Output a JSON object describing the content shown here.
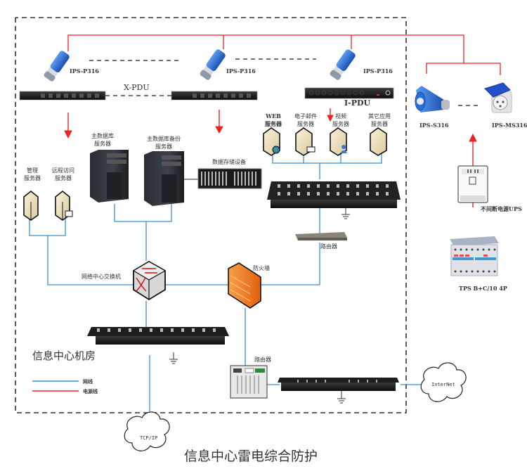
{
  "diagram": {
    "title": "信息中心雷电综合防护",
    "room_label": "信息中心机房",
    "colors": {
      "network_line": "#3b8fd6",
      "power_line": "#ee2222",
      "boundary": "#333333",
      "plug_blue": "#2b6fd6",
      "firewall_orange": "#f47b20"
    },
    "legend": [
      {
        "label": "网线",
        "type": "network"
      },
      {
        "label": "电源线",
        "type": "power"
      }
    ],
    "plugs": [
      {
        "id": "plug1",
        "label": "IPS-P316"
      },
      {
        "id": "plug2",
        "label": "IPS-P316"
      },
      {
        "id": "plug3",
        "label": "IPS-P316"
      }
    ],
    "pdus": {
      "x_pdu_label": "X-PDU",
      "i_pdu_label": "I-PDU"
    },
    "sockets": {
      "s316": "IPS-S316",
      "ms316": "IPS-MS316"
    },
    "ups_label": "不间断电源UPS",
    "tps_label": "TPS  B+C/10  4P",
    "servers": {
      "management": [
        "管理",
        "服务器"
      ],
      "remote": [
        "远程访问",
        "服务器"
      ],
      "main_db": [
        "主数据库",
        "服务器"
      ],
      "backup_db": [
        "主数据库备份",
        "服务器"
      ],
      "storage": "数据存储设备",
      "web": [
        "WEB",
        "服务器"
      ],
      "mail": [
        "电子邮件",
        "服务器"
      ],
      "video": [
        "视频",
        "服务器"
      ],
      "other": [
        "其它应用",
        "服务器"
      ]
    },
    "network": {
      "core_switch": "网络中心交换机",
      "firewall": "防火墙",
      "router_top": "路由器",
      "router_bottom": "路由器",
      "internet": "InterNet",
      "tcpip": "TCP/IP"
    }
  }
}
